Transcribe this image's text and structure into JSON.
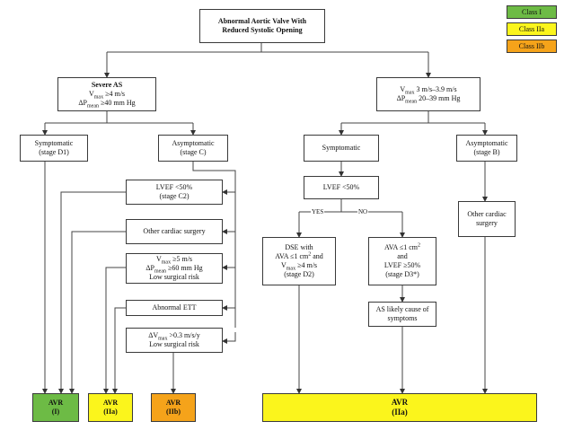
{
  "legend": [
    {
      "label": "Class I",
      "color": "#6dbb45"
    },
    {
      "label": "Class IIa",
      "color": "#fbf51c"
    },
    {
      "label": "Class IIb",
      "color": "#f5a31a"
    }
  ],
  "root": {
    "line1": "Abnormal Aortic Valve With",
    "line2": "Reduced Systolic Opening"
  },
  "severe": {
    "title": "Severe AS",
    "vmax_prefix": "V",
    "vmax_sub": "max",
    "vmax_value": " ≥4 m/s",
    "dp_prefix": "ΔP",
    "dp_sub": "mean",
    "dp_value": " ≥40 mm Hg"
  },
  "moderate_hemo": {
    "vmax_prefix": "V",
    "vmax_sub": "max",
    "vmax_value": " 3 m/s–3.9 m/s",
    "dp_prefix": "ΔP",
    "dp_sub": "mean",
    "dp_value": " 20–39 mm Hg"
  },
  "symp_d1": {
    "line1": "Symptomatic",
    "line2": "(stage D1)"
  },
  "asymp_c": {
    "line1": "Asymptomatic",
    "line2": "(stage C)"
  },
  "lvef_c2": {
    "line1": "LVEF <50%",
    "line2": "(stage C2)"
  },
  "other_surgery_left": {
    "text": "Other cardiac surgery"
  },
  "vmax5": {
    "vmax_prefix": "V",
    "vmax_sub": "max",
    "vmax_value": " ≥5 m/s",
    "dp_prefix": "ΔP",
    "dp_sub": "mean",
    "dp_value": " ≥60 mm Hg",
    "line3": "Low surgical risk"
  },
  "abnormal_ett": {
    "text": "Abnormal ETT"
  },
  "dvmax": {
    "prefix": "ΔV",
    "sub": "max",
    "value": " >0.3 m/s/y",
    "line2": "Low surgical risk"
  },
  "symp_right": {
    "text": "Symptomatic"
  },
  "asymp_b": {
    "line1": "Asymptomatic",
    "line2": "(stage B)"
  },
  "lvef50": {
    "text": "LVEF <50%"
  },
  "yes_label": "YES",
  "no_label": "NO",
  "dse": {
    "line1": "DSE with",
    "line2_prefix": "AVA ≤1 cm",
    "line2_sup": "2",
    "line2_suffix": " and",
    "line3_prefix": "V",
    "line3_sub": "max",
    "line3_value": " ≥4 m/s",
    "line4": "(stage D2)"
  },
  "ava_d3": {
    "line1_prefix": "AVA ≤1 cm",
    "line1_sup": "2",
    "line2": "and",
    "line3": "LVEF ≥50%",
    "line4": "(stage D3*)"
  },
  "as_cause": {
    "line1": "AS likely cause of",
    "line2": "symptoms"
  },
  "other_surgery_right": {
    "line1": "Other cardiac",
    "line2": "surgery"
  },
  "outcomes": {
    "avr_i": {
      "line1": "AVR",
      "line2": "(I)"
    },
    "avr_iia": {
      "line1": "AVR",
      "line2": "(IIa)"
    },
    "avr_iib": {
      "line1": "AVR",
      "line2": "(IIb)"
    },
    "avr_iia_right": {
      "line1": "AVR",
      "line2": "(IIa)"
    }
  }
}
